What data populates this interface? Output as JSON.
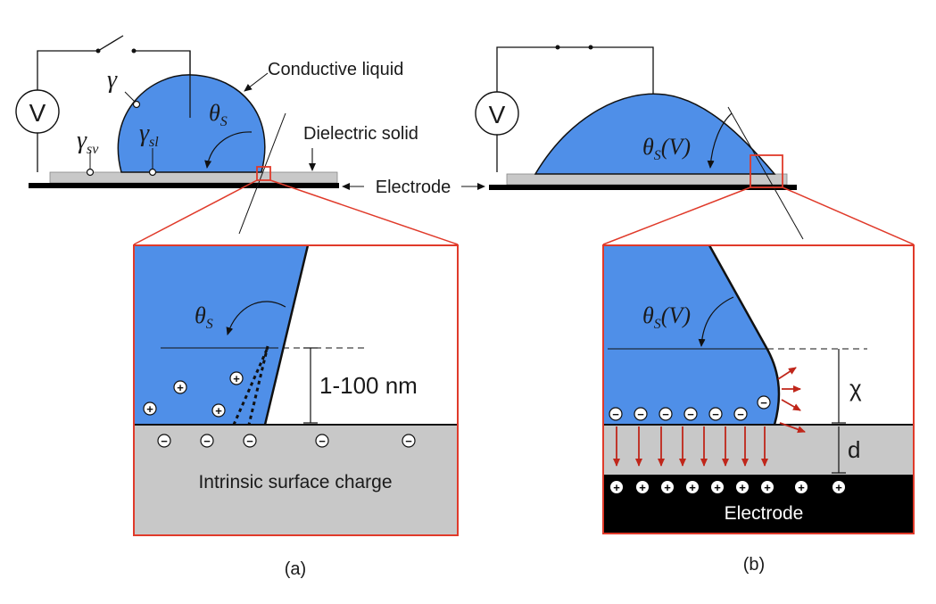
{
  "labels": {
    "conductive_liquid": "Conductive liquid",
    "dielectric_solid": "Dielectric solid",
    "electrode_shared": "Electrode",
    "voltmeter_a": "V",
    "voltmeter_b": "V",
    "gamma": "γ",
    "gamma_sv_base": "γ",
    "gamma_sv_sub": "sv",
    "gamma_sl_base": "γ",
    "gamma_sl_sub": "sl",
    "theta_base": "θ",
    "theta_sub": "S",
    "theta_v_suffix": "(V)",
    "range_a": "1-100 nm",
    "intrinsic_charge": "Intrinsic surface charge",
    "chi": "χ",
    "d": "d",
    "electrode_b": "Electrode",
    "panel_a": "(a)",
    "panel_b": "(b)"
  },
  "charges": {
    "plus": "+",
    "minus": "−"
  },
  "colors": {
    "liquid": "#4f8fe8",
    "dielectric": "#c8c8c8",
    "electrode": "#000000",
    "highlight": "#e03a2a",
    "field_arrow": "#c0261a"
  }
}
